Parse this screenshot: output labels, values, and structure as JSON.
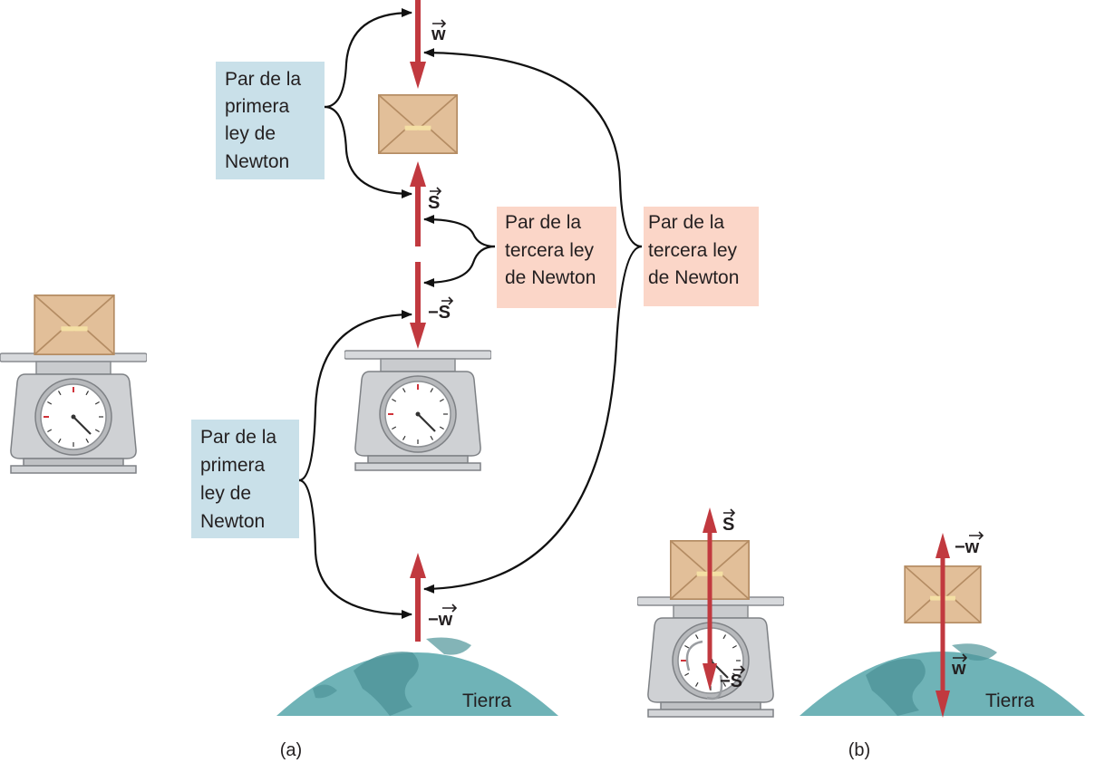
{
  "colors": {
    "force_arrow": "#c1393f",
    "first_law_box": "#c9e0e9",
    "third_law_box": "#fbd6c8",
    "envelope": "#e2bf99",
    "earth": "#6fb3b7"
  },
  "labels": {
    "first_law_top": [
      "Par de la",
      "primera",
      "ley de",
      "Newton"
    ],
    "first_law_bottom": [
      "Par de la",
      "primera",
      "ley de",
      "Newton"
    ],
    "third_law_left": [
      "Par de la",
      "tercera ley",
      "de Newton"
    ],
    "third_law_right": [
      "Par de la",
      "tercera ley",
      "de Newton"
    ]
  },
  "vectors": {
    "w": "w",
    "s": "S",
    "neg_s": "−S",
    "neg_w": "−w",
    "b_s": "S",
    "b_neg_s": "−S",
    "b_neg_w": "−w",
    "b_w": "w"
  },
  "earth_label_a": "Tierra",
  "earth_label_b": "Tierra",
  "captions": {
    "a": "(a)",
    "b": "(b)"
  },
  "icons": [
    "envelope-icon",
    "scale-icon",
    "earth-icon"
  ]
}
